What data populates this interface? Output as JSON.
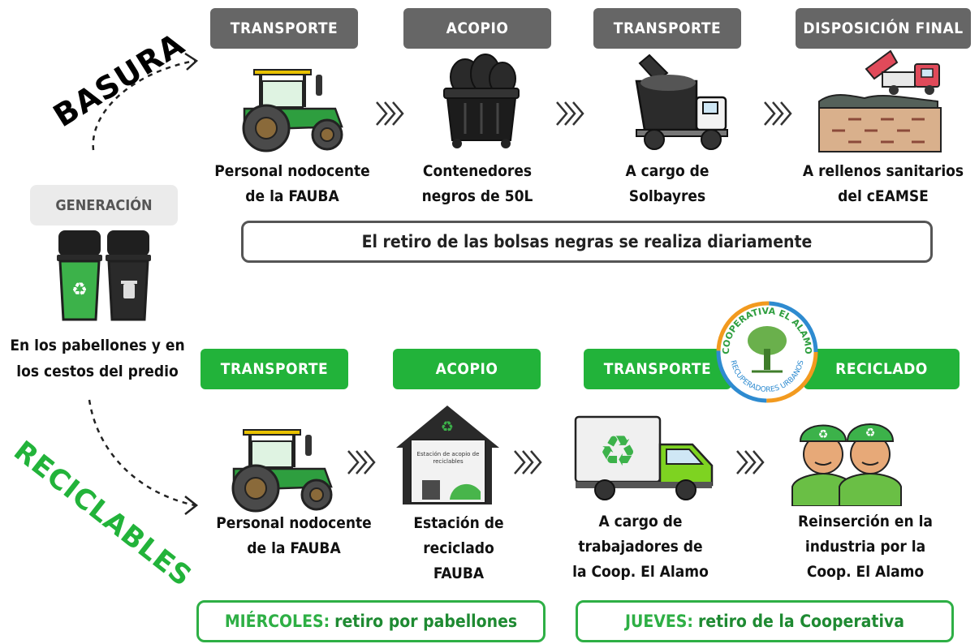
{
  "basura": {
    "title": "BASURA",
    "steps": [
      {
        "label": "TRANSPORTE",
        "caption_1": "Personal nodocente",
        "caption_2": "de la FAUBA",
        "icon": "tractor-icon"
      },
      {
        "label": "ACOPIO",
        "caption_1": "Contenedores",
        "caption_2": "negros de 50L",
        "icon": "black-container-icon"
      },
      {
        "label": "TRANSPORTE",
        "caption_1": "A cargo de",
        "caption_2": "Solbayres",
        "icon": "garbage-truck-icon"
      },
      {
        "label": "DISPOSICIÓN FINAL",
        "caption_1": "A rellenos sanitarios",
        "caption_2": "del cEAMSE",
        "icon": "landfill-icon"
      }
    ],
    "note": "El retiro de las bolsas negras se realiza diariamente"
  },
  "generacion": {
    "label": "GENERACIÓN",
    "caption_1": "En los pabellones y en",
    "caption_2": "los cestos del predio"
  },
  "reciclables": {
    "title": "RECICLABLES",
    "steps": [
      {
        "label": "TRANSPORTE",
        "caption_1": "Personal nodocente",
        "caption_2": "de la FAUBA",
        "icon": "tractor-icon"
      },
      {
        "label": "ACOPIO",
        "caption_1": "Estación de",
        "caption_2": "reciclado",
        "caption_3": "FAUBA",
        "icon": "recycling-station-icon",
        "station_sign_1": "Estación de acopio de",
        "station_sign_2": "reciclables"
      },
      {
        "label": "TRANSPORTE",
        "caption_1": "A cargo de",
        "caption_2": "trabajadores de",
        "caption_3": "la Coop. El Alamo",
        "icon": "recycling-truck-icon"
      },
      {
        "label": "RECICLADO",
        "caption_1": "Reinserción en la",
        "caption_2": "industria por la",
        "caption_3": "Coop. El Alamo",
        "icon": "workers-icon"
      }
    ],
    "schedule_1_day": "MIÉRCOLES:",
    "schedule_1_text": "retiro por pabellones",
    "schedule_2_day": "JUEVES:",
    "schedule_2_text": "retiro de la Cooperativa"
  },
  "cooperativa_logo": {
    "top_text": "COOPERATIVA EL ALAMO",
    "bottom_text": "RECUPERADORES URBANOS"
  },
  "colors": {
    "gray_label": "#666666",
    "green_label": "#22b33a",
    "green_text": "#2eaf45"
  }
}
